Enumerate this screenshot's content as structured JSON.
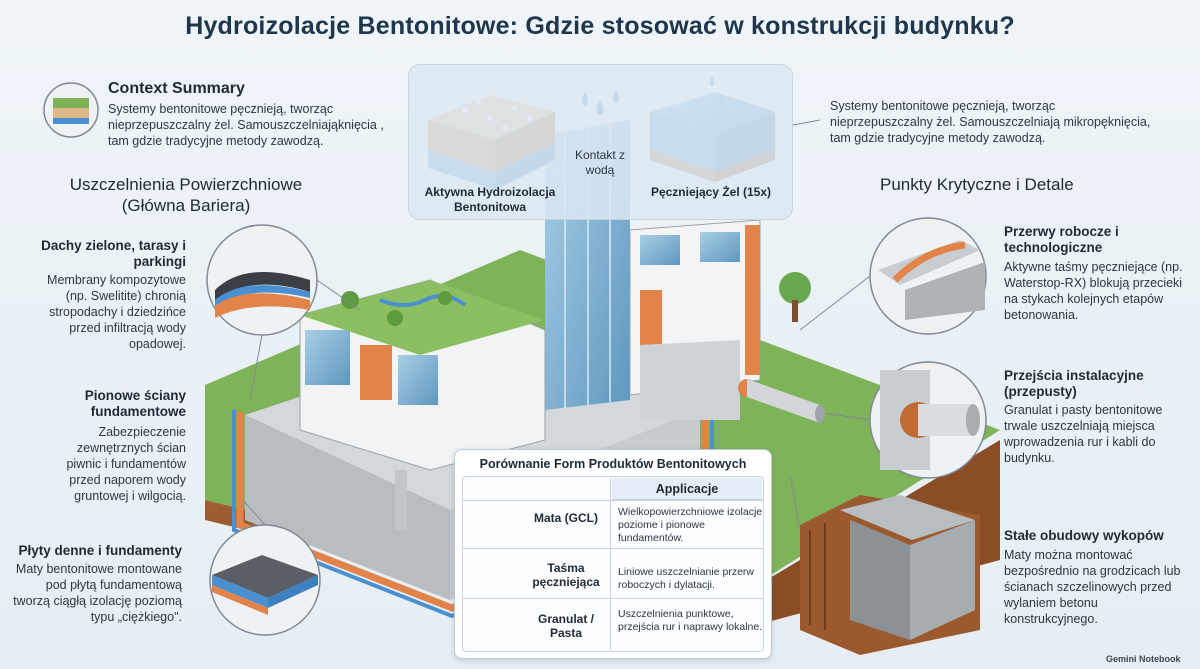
{
  "title": "Hydroizolacje Bentonitowe: Gdzie stosować w konstrukcji budynku?",
  "context": {
    "heading": "Context Summary",
    "text": "Systemy bentonitowe pęcznieją, tworząc nieprzepuszczalny żel. Samouszczelniająknięcia , tam gdzie tradycyjne metody zawodzą.",
    "text_right": "Systemy bentonitowe pęcznieją, tworząc nieprzepuszczalny żel. Samouszczelniają mikropęknięcia, tam gdzie tradycyjne metody zawodzą."
  },
  "top_panel": {
    "left_label": "Aktywna Hydroizolacja Bentonitowa",
    "middle_label": "Kontakt z wodą",
    "right_label": "Pęczniejący Żel (15x)"
  },
  "sections": {
    "surface": "Uszczelnienia Powierzchniowe (Główna Bariera)",
    "critical": "Punkty Krytyczne i Detale"
  },
  "left_items": [
    {
      "heading": "Dachy zielone, tarasy i parkingi",
      "text": "Membrany kompozytowe (np. Swelitite) chronią stropodachy i dziedzińce przed infiltracją wody opadowej."
    },
    {
      "heading": "Pionowe ściany fundamentowe",
      "text": "Zabezpieczenie zewnętrznych ścian piwnic i fundamentów przed naporem wody gruntowej i wilgocią."
    },
    {
      "heading": "Płyty denne i fundamenty",
      "text": "Maty bentonitowe montowane pod płytą fundamentową tworzą ciągłą izolację poziomą typu „ciężkiego\"."
    }
  ],
  "right_items": [
    {
      "heading": "Przerwy robocze i technologiczne",
      "text": "Aktywne taśmy pęczniejące (np. Waterstop-RX) blokują przecieki na stykach kolejnych etapów betonowania."
    },
    {
      "heading": "Przejścia instalacyjne (przepusty)",
      "text": "Granulat i pasty bentonitowe trwale uszczelniają miejsca wprowadzenia rur i kabli do budynku."
    },
    {
      "heading": "Stałe obudowy wykopów",
      "text": "Maty można montować bezpośrednio na grodzicach lub ścianach szczelinowych przed wylaniem betonu konstrukcyjnego."
    }
  ],
  "comparison": {
    "title": "Porównanie Form Produktów Bentonitowych",
    "column_header": "Applicacje",
    "rows": [
      {
        "name": "Mata (GCL)",
        "desc": "Wielkopowierzchniowe izolacje poziome i pionowe fundamentów."
      },
      {
        "name": "Taśma pęczniejąca",
        "desc": "Liniowe uszczelnianie przerw roboczych i dylatacji."
      },
      {
        "name": "Granulat / Pasta",
        "desc": "Uszczelnienia punktowe, przejścia rur i naprawy lokalne."
      }
    ]
  },
  "footer": "Gemini Notebook",
  "colors": {
    "title": "#20364c",
    "bentonite_orange": "#e2844a",
    "membrane_blue": "#4a8fd0",
    "soil": "#9a5a2e",
    "concrete": "#c9ccd0",
    "grass": "#6aa84f"
  }
}
